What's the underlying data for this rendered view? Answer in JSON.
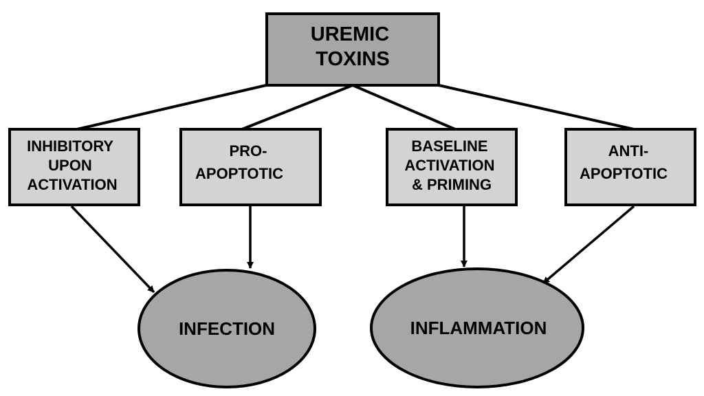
{
  "colors": {
    "top_box_fill": "#a6a6a6",
    "mid_box_fill": "#d3d3d3",
    "outcome_fill": "#a6a6a6",
    "stroke": "#000000",
    "background": "#ffffff"
  },
  "root": {
    "lines": [
      "UREMIC",
      "TOXINS"
    ]
  },
  "effects": [
    {
      "lines": [
        "INHIBITORY",
        "UPON",
        "ACTIVATION"
      ]
    },
    {
      "lines": [
        "PRO-",
        "APOPTOTIC"
      ]
    },
    {
      "lines": [
        "BASELINE",
        "ACTIVATION",
        "& PRIMING"
      ]
    },
    {
      "lines": [
        "ANTI-",
        "APOPTOTIC"
      ]
    }
  ],
  "outcomes": [
    {
      "label": "INFECTION"
    },
    {
      "label": "INFLAMMATION"
    }
  ],
  "links": {
    "root_to_effects": [
      0,
      1,
      2,
      3
    ],
    "effects_to_outcomes": [
      {
        "from": 0,
        "to": 0
      },
      {
        "from": 1,
        "to": 0
      },
      {
        "from": 2,
        "to": 1
      },
      {
        "from": 3,
        "to": 1
      }
    ]
  }
}
